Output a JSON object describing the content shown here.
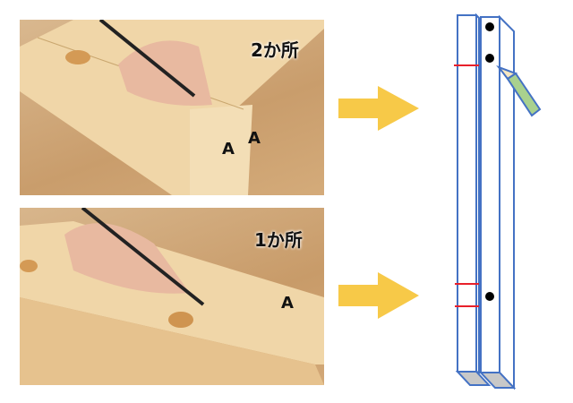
{
  "photo_top": {
    "label": "2か所",
    "marks": [
      "A",
      "A"
    ]
  },
  "photo_bottom": {
    "label": "1か所",
    "marks": [
      "A"
    ]
  },
  "colors": {
    "arrow": "#f7c948",
    "board_outline": "#4472c4",
    "mark_line": "#e8202a",
    "pencil": "#a9d18e"
  }
}
